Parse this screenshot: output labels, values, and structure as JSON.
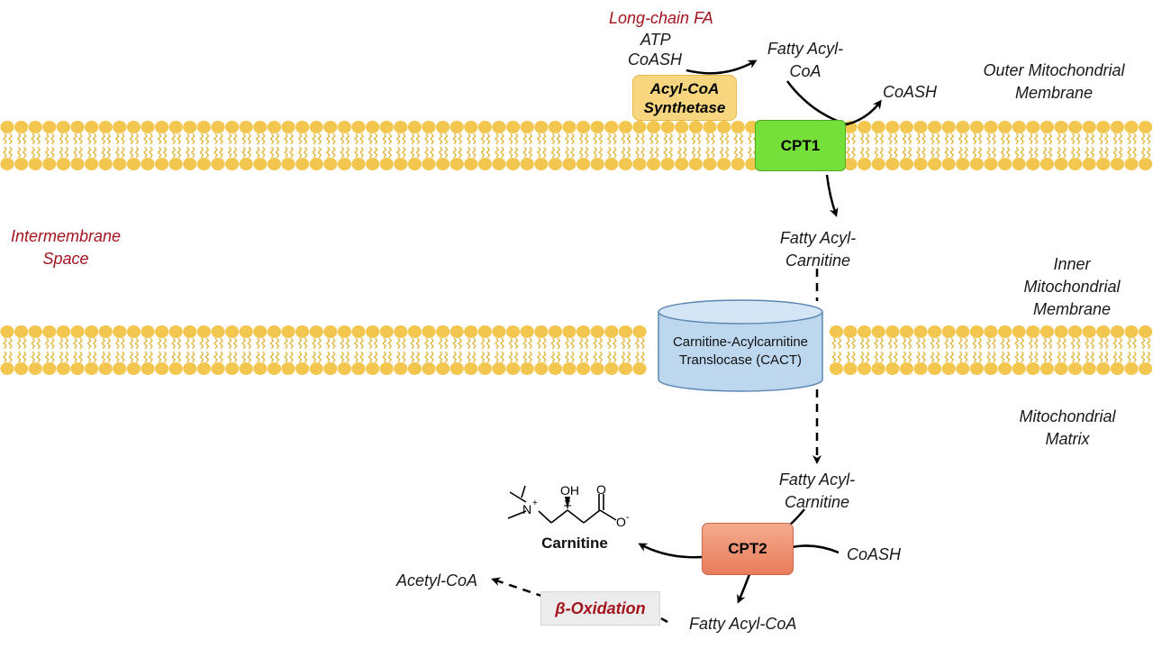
{
  "labels": {
    "long_chain_fa": "Long-chain FA",
    "atp": "ATP",
    "coash_top": "CoASH",
    "fatty_acyl_coa_top_1": "Fatty Acyl-",
    "fatty_acyl_coa_top_2": "CoA",
    "coash_right": "CoASH",
    "outer_membrane_1": "Outer Mitochondrial",
    "outer_membrane_2": "Membrane",
    "intermembrane_1": "Intermembrane",
    "intermembrane_2": "Space",
    "fatty_acyl_carnitine_mid_1": "Fatty Acyl-",
    "fatty_acyl_carnitine_mid_2": "Carnitine",
    "inner_membrane_1": "Inner",
    "inner_membrane_2": "Mitochondrial",
    "inner_membrane_3": "Membrane",
    "matrix_1": "Mitochondrial",
    "matrix_2": "Matrix",
    "fatty_acyl_carnitine_low_1": "Fatty Acyl-",
    "fatty_acyl_carnitine_low_2": "Carnitine",
    "coash_bottom": "CoASH",
    "acetyl_coa": "Acetyl-CoA",
    "fatty_acyl_coa_bottom": "Fatty Acyl-CoA"
  },
  "enzymes": {
    "acyl_coa_synthetase_1": "Acyl-CoA",
    "acyl_coa_synthetase_2": "Synthetase",
    "cpt1": "CPT1",
    "cpt2": "CPT2",
    "cact_1": "Carnitine-Acylcarnitine",
    "cact_2": "Translocase (CACT)",
    "beta_oxidation": "β-Oxidation"
  },
  "structure": {
    "name": "Carnitine",
    "oh": "OH",
    "n_plus": "N",
    "plus": "+",
    "o": "O",
    "o_minus": "O",
    "minus": "-"
  },
  "colors": {
    "lipid_head": "#f2c64f",
    "lipid_tail": "#e0b53a",
    "red_text": "#a3141e",
    "cpt1_fill": "#76e03b",
    "cact_fill": "#bcd7ee",
    "cact_stroke": "#5d87b2"
  }
}
